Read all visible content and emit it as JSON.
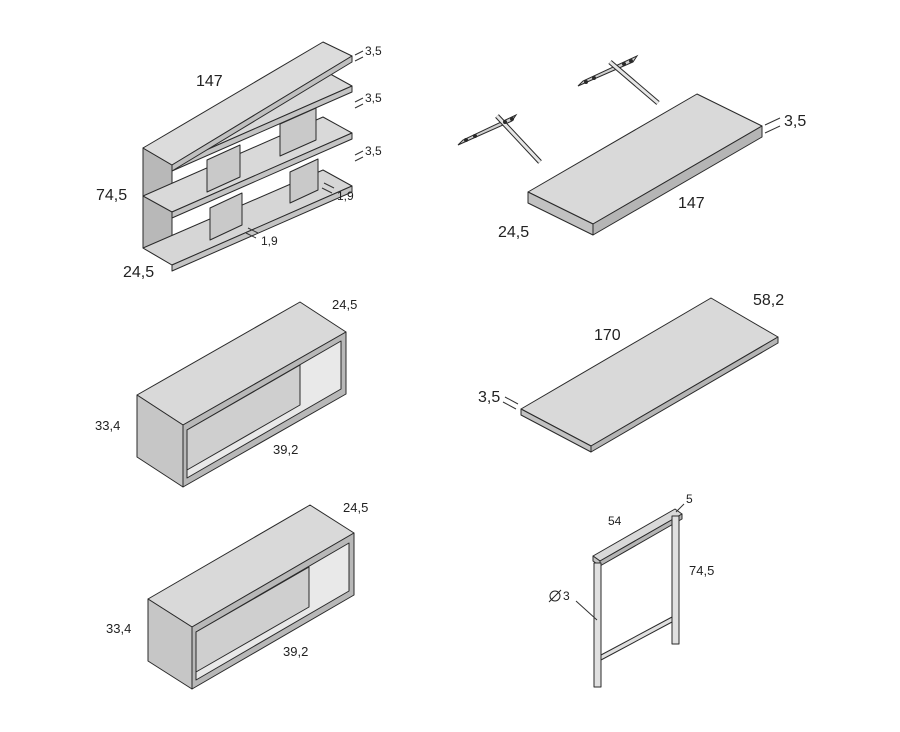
{
  "colors": {
    "panel_top": "#d9d9d9",
    "panel_front": "#c9c9c9",
    "panel_side": "#b5b5b5",
    "outline": "#2a2a2a"
  },
  "bookshelf": {
    "width": "147",
    "height": "74,5",
    "depth": "24,5",
    "shelf_1": "3,5",
    "shelf_2": "3,5",
    "shelf_3": "3,5",
    "side_1": "1,9",
    "side_2": "1,9"
  },
  "shelf_board": {
    "thickness": "3,5",
    "depth": "24,5",
    "length": "147"
  },
  "wall_box_1": {
    "depth": "24,5",
    "height": "33,4",
    "width": "39,2"
  },
  "desk_top": {
    "depth": "58,2",
    "length": "170",
    "thickness": "3,5"
  },
  "wall_box_2": {
    "depth": "24,5",
    "height": "33,4",
    "width": "39,2"
  },
  "desk_leg": {
    "thickness": "5",
    "width": "54",
    "height": "74,5",
    "diameter": "3"
  }
}
